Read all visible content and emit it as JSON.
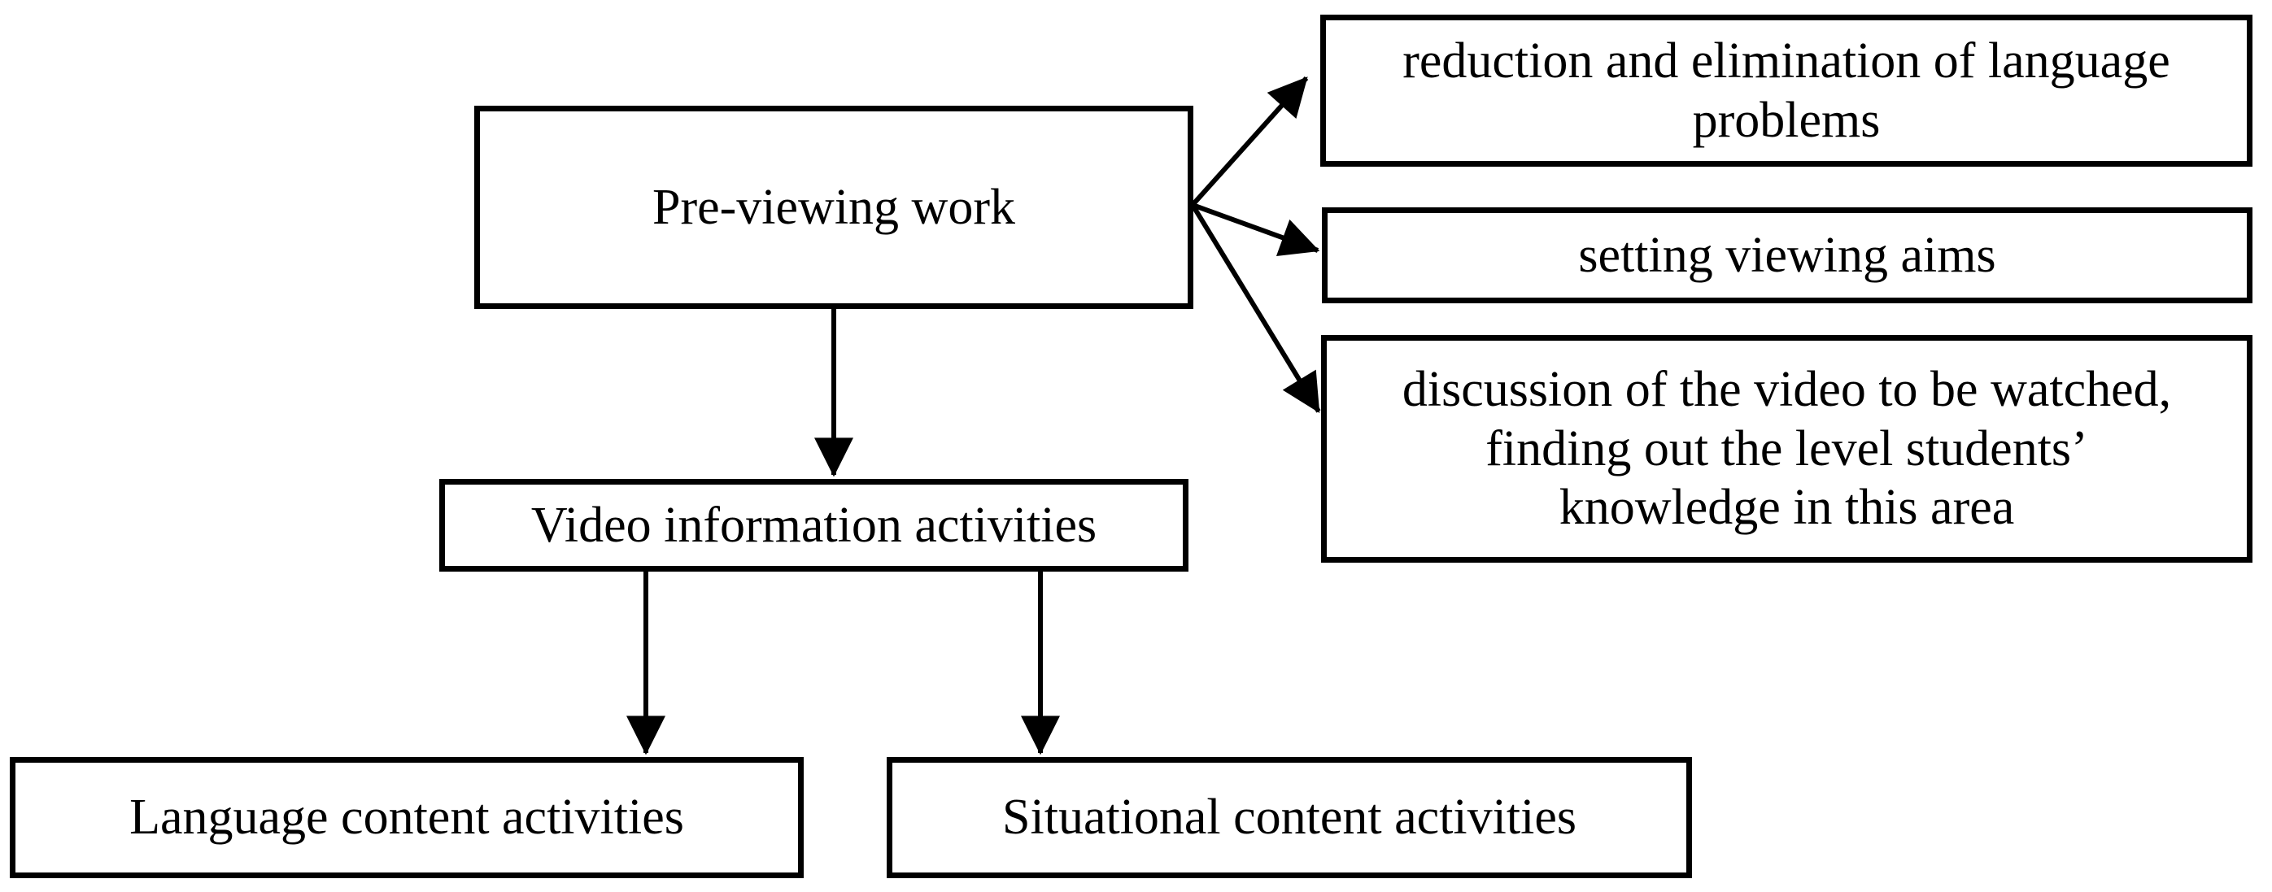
{
  "diagram": {
    "type": "flowchart",
    "colors": {
      "line": "#000000",
      "box_border": "#000000",
      "box_fill": "#ffffff",
      "background": "#ffffff",
      "text": "#000000"
    },
    "nodes": {
      "pre_viewing": {
        "label": "Pre-viewing work",
        "lines": [
          "Pre-viewing work"
        ]
      },
      "reduction": {
        "label": "reduction and elimination of language problems",
        "lines": [
          "reduction and elimination of language",
          "problems"
        ]
      },
      "setting": {
        "label": "setting viewing aims",
        "lines": [
          "setting viewing aims"
        ]
      },
      "discussion": {
        "label": "discussion of the video to be watched, finding out the level students’ knowledge in this area",
        "lines": [
          "discussion of the video to be watched,",
          "finding out the level students’",
          "knowledge in this area"
        ]
      },
      "video_info": {
        "label": "Video information activities",
        "lines": [
          "Video information activities"
        ]
      },
      "language": {
        "label": "Language content activities",
        "lines": [
          "Language content activities"
        ]
      },
      "situational": {
        "label": "Situational content activities",
        "lines": [
          "Situational content activities"
        ]
      }
    },
    "edges": [
      {
        "from": "pre_viewing",
        "to": "reduction"
      },
      {
        "from": "pre_viewing",
        "to": "setting"
      },
      {
        "from": "pre_viewing",
        "to": "discussion"
      },
      {
        "from": "pre_viewing",
        "to": "video_info"
      },
      {
        "from": "video_info",
        "to": "language"
      },
      {
        "from": "video_info",
        "to": "situational"
      }
    ]
  }
}
